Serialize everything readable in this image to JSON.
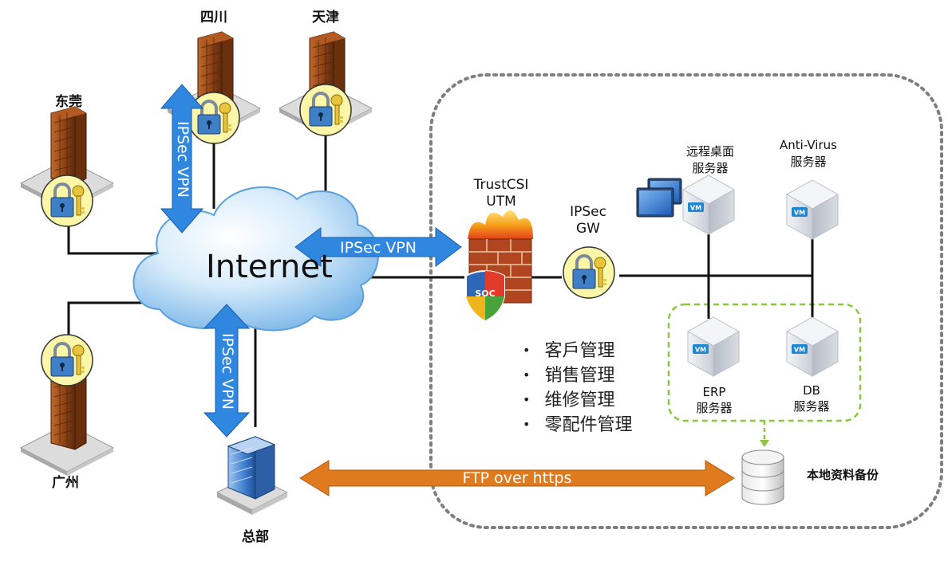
{
  "sites": {
    "sichuan": "四川",
    "tianjin": "天津",
    "dongguan": "东莞",
    "guangzhou": "广州",
    "hq": "总部"
  },
  "cloud_label": "Internet",
  "vpn_labels": {
    "sichuan_link": "IPSec VPN",
    "utm_link": "IPSec VPN",
    "hq_link": "IPSec VPN"
  },
  "utm": {
    "line1": "TrustCSI",
    "line2": "UTM",
    "badge": "SOC"
  },
  "gateway": {
    "line1": "IPSec",
    "line2": "GW"
  },
  "servers": {
    "remote_desktop": {
      "line1": "远程桌面",
      "line2": "服务器"
    },
    "antivirus": {
      "line1": "Anti-Virus",
      "line2": "服务器"
    },
    "erp": {
      "line1": "ERP",
      "line2": "服务器"
    },
    "db": {
      "line1": "DB",
      "line2": "服务器"
    },
    "vm_badge": "VM"
  },
  "apps": [
    "客戶管理",
    "销售管理",
    "维修管理",
    "零配件管理"
  ],
  "ftp_label": "FTP over https",
  "backup_label": "本地资料备份",
  "colors": {
    "vpn_arrow": "#2f87e0",
    "ftp_arrow": "#e07a1f",
    "datacenter_border": "#7f7f7f",
    "server_group_border": "#8cc63f",
    "line": "#111111"
  }
}
